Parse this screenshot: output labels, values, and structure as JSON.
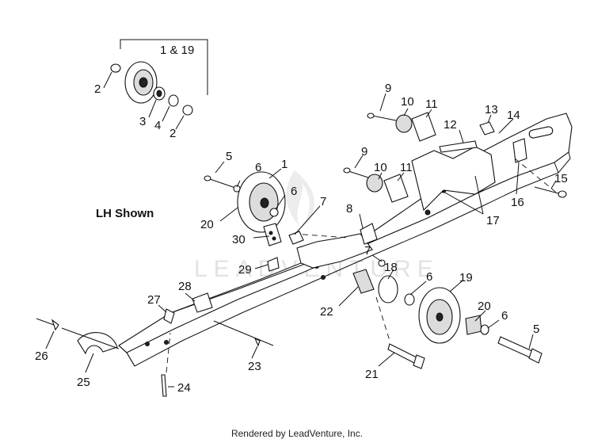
{
  "title": "LH Shown",
  "watermark": "LEADVENTURE",
  "footer": "Rendered by LeadVenture, Inc.",
  "callouts": [
    {
      "id": "1_19",
      "text": "1 & 19"
    },
    {
      "id": "2a",
      "text": "2"
    },
    {
      "id": "3",
      "text": "3"
    },
    {
      "id": "4",
      "text": "4"
    },
    {
      "id": "2b",
      "text": "2"
    },
    {
      "id": "9a",
      "text": "9"
    },
    {
      "id": "10a",
      "text": "10"
    },
    {
      "id": "11a",
      "text": "11"
    },
    {
      "id": "13",
      "text": "13"
    },
    {
      "id": "12",
      "text": "12"
    },
    {
      "id": "14",
      "text": "14"
    },
    {
      "id": "9b",
      "text": "9"
    },
    {
      "id": "10b",
      "text": "10"
    },
    {
      "id": "11b",
      "text": "11"
    },
    {
      "id": "15",
      "text": "15"
    },
    {
      "id": "16",
      "text": "16"
    },
    {
      "id": "17",
      "text": "17"
    },
    {
      "id": "5a",
      "text": "5"
    },
    {
      "id": "6a",
      "text": "6"
    },
    {
      "id": "1",
      "text": "1"
    },
    {
      "id": "6b",
      "text": "6"
    },
    {
      "id": "20a",
      "text": "20"
    },
    {
      "id": "7a",
      "text": "7"
    },
    {
      "id": "8",
      "text": "8"
    },
    {
      "id": "30",
      "text": "30"
    },
    {
      "id": "7b",
      "text": "7"
    },
    {
      "id": "29",
      "text": "29"
    },
    {
      "id": "18",
      "text": "18"
    },
    {
      "id": "6c",
      "text": "6"
    },
    {
      "id": "19",
      "text": "19"
    },
    {
      "id": "22",
      "text": "22"
    },
    {
      "id": "28",
      "text": "28"
    },
    {
      "id": "27",
      "text": "27"
    },
    {
      "id": "20b",
      "text": "20"
    },
    {
      "id": "6d",
      "text": "6"
    },
    {
      "id": "5b",
      "text": "5"
    },
    {
      "id": "26",
      "text": "26"
    },
    {
      "id": "23",
      "text": "23"
    },
    {
      "id": "21",
      "text": "21"
    },
    {
      "id": "25",
      "text": "25"
    },
    {
      "id": "24",
      "text": "24"
    }
  ]
}
